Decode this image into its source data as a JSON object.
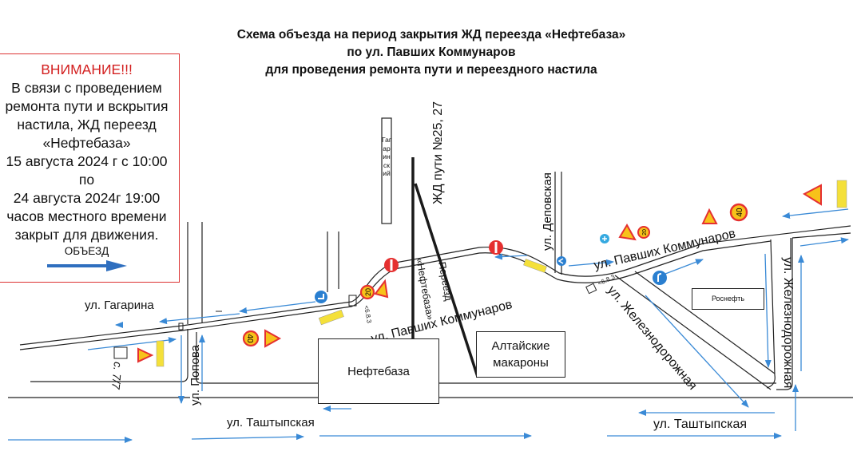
{
  "title": {
    "line1": "Схема объезда на период закрытия ЖД переезда «Нефтебаза»",
    "line2": "по ул. Павших Коммунаров",
    "line3": "для проведения ремонта пути и переездного настила"
  },
  "notice": {
    "heading": "ВНИМАНИЕ!!!",
    "lines": [
      "В связи с проведением",
      "ремонта пути и вскрытия",
      "настила, ЖД переезд",
      "«Нефтебаза»",
      "15 августа 2024 г с 10:00",
      "по",
      "24 августа 2024г 19:00",
      "часов местного времени",
      "закрыт для движения."
    ],
    "detour_label": "ОБЪЕЗД",
    "arrow_color": "#2f6fbf",
    "border_color": "#d33333",
    "heading_color": "#d32020"
  },
  "streets": {
    "gagarina": "ул. Гагарина",
    "popova": "ул. Попова",
    "gagarinsky": "Гагаринский",
    "pavshikh_west": "ул. Павших Коммунаров",
    "pavshikh_east": "ул. Павших Коммунаров",
    "delovskaya": "ул. Деповская",
    "zheleznodorozhnaya_diag": "ул. Железнодорожная",
    "zheleznodorozhnaya_vert": "ул. Железнодорожная",
    "tashtypskaya_west": "ул. Таштыпская",
    "tashtypskaya_east": "ул. Таштыпская"
  },
  "rail": {
    "tracks_label": "ЖД пути №25, 27",
    "crossing_label_1": "Переезд",
    "crossing_label_2": "«Нефтебаза»"
  },
  "buildings": {
    "neftebaza": "Нефтебаза",
    "altai_line1": "Алтайские",
    "altai_line2": "макароны",
    "rosneft": "Роснефть"
  },
  "signs": {
    "speed_20": "20",
    "speed_40": "40",
    "sign_683": "6.8.3",
    "detour_plate": "объезд",
    "handwritten": "с. 7/7"
  },
  "colors": {
    "arrow": "#3a8ad6",
    "no_entry": "#e53030",
    "warning_border": "#e53030",
    "warning_fill": "#f7c21a",
    "blue_sign": "#2a7fd0",
    "road_line": "#222222"
  }
}
